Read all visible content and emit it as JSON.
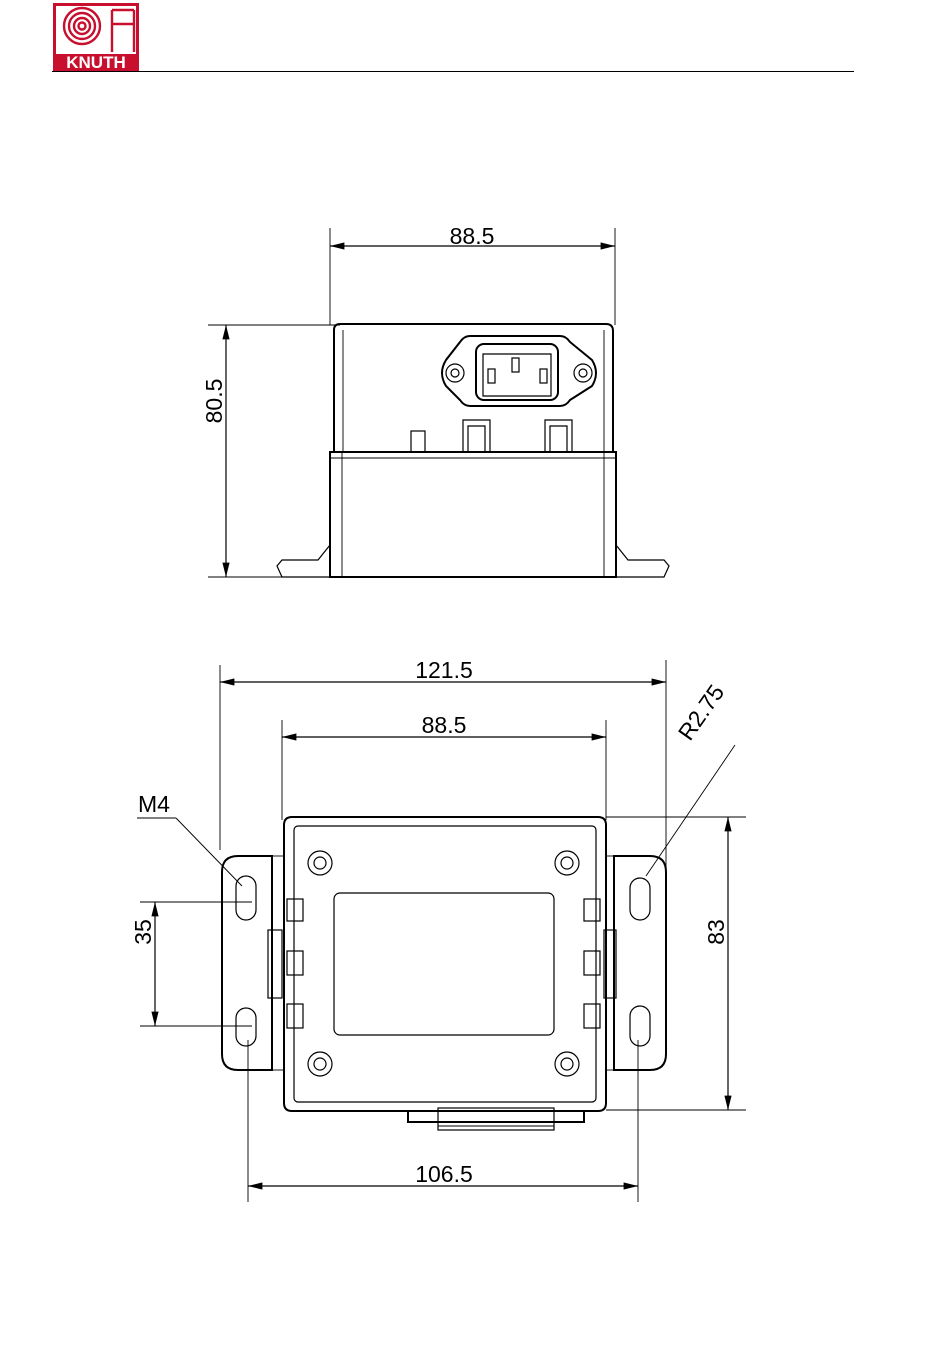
{
  "header": {
    "logo_text": "KNUTH",
    "logo_icon": "knuth-spiral-logo-icon",
    "brand_color": "#c8102e"
  },
  "front_view": {
    "width_label": "88.5",
    "height_label": "80.5"
  },
  "bottom_view": {
    "overall_width_label": "121.5",
    "body_width_label": "88.5",
    "hole_spacing_width_label": "106.5",
    "depth_label": "83",
    "slot_pitch_label": "35",
    "thread_label": "M4",
    "radius_label": "R2.75"
  }
}
